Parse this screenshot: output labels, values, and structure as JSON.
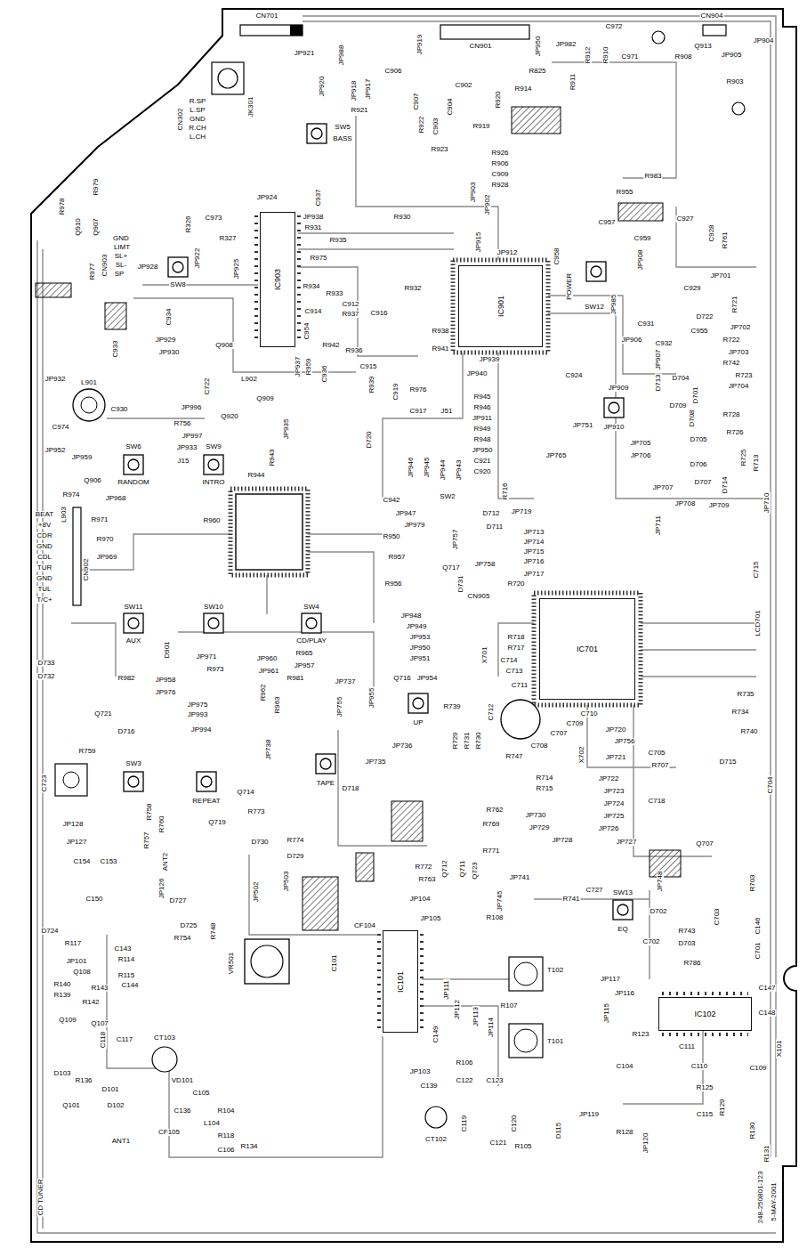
{
  "diagram": {
    "nodes": [
      {
        "text": [
          "IC903"
        ]
      },
      {
        "text": [
          "IC901"
        ]
      },
      {
        "text": [
          "IC701"
        ]
      },
      {
        "text": [
          "IC101"
        ]
      },
      {
        "text": [
          "IC102"
        ]
      }
    ],
    "labels": [
      "CN701",
      "JP921",
      "JP920",
      "JP988",
      "JP919",
      "CN901",
      "JP950",
      "JP982",
      "R825",
      "C972",
      "CN904",
      "Q913",
      "JP905",
      "JP904",
      "C971",
      "R908",
      "R912",
      "R910",
      "R911",
      "R914",
      "R903",
      "JP918",
      "JP917",
      "C906",
      "R921",
      "C902",
      "R920",
      "C904",
      "C907",
      "R922",
      "C903",
      "R923",
      "R919",
      "R926",
      "R906",
      "C909",
      "R928",
      "SW5",
      "BASS",
      "R.SP",
      "L.SP",
      "GND",
      "R.CH",
      "L.CH",
      "CN302",
      "JK301",
      "R978",
      "R979",
      "Q910",
      "Q907",
      "R977",
      "CN903",
      "GND",
      "LIMT",
      "SL+",
      "SL-",
      "SP",
      "JP928",
      "R326",
      "R327",
      "C973",
      "JP924",
      "JP922",
      "SW8",
      "JP925",
      "C937",
      "JP938",
      "R931",
      "R935",
      "R975",
      "R930",
      "R934",
      "R933",
      "C914",
      "C912",
      "R937",
      "C916",
      "R932",
      "JP903",
      "JP902",
      "JP915",
      "JP912",
      "POWER",
      "SW12",
      "C958",
      "C957",
      "R955",
      "R983",
      "C959",
      "JP908",
      "C927",
      "C928",
      "R761",
      "C929",
      "JP701",
      "R721",
      "D722",
      "C931",
      "C932",
      "C955",
      "JP702",
      "JP906",
      "JP985",
      "JP907",
      "R722",
      "JP703",
      "R742",
      "R723",
      "JP704",
      "D713",
      "D704",
      "D701",
      "D709",
      "D708",
      "R728",
      "R726",
      "D705",
      "D706",
      "D707",
      "D714",
      "R725",
      "R713",
      "JP705",
      "JP706",
      "JP707",
      "JP708",
      "JP709",
      "JP710",
      "JP711",
      "JP909",
      "JP910",
      "JP751",
      "JP765",
      "C924",
      "R945",
      "R946",
      "JP911",
      "R949",
      "R948",
      "JP950",
      "C921",
      "C920",
      "R941",
      "R938",
      "JP939",
      "JP940",
      "R976",
      "C917",
      "C919",
      "J51",
      "R942",
      "R936",
      "C915",
      "R939",
      "R959",
      "C936",
      "JP937",
      "C954",
      "JP929",
      "JP930",
      "C934",
      "C933",
      "Q908",
      "JP932",
      "L901",
      "C930",
      "C974",
      "L902",
      "C722",
      "Q909",
      "Q920",
      "JP996",
      "R756",
      "JP997",
      "JP933",
      "J15",
      "JP952",
      "JP959",
      "SW6",
      "RANDOM",
      "Q906",
      "R974",
      "JP968",
      "L903",
      "SW9",
      "INTRO",
      "R943",
      "R944",
      "R960",
      "JP935",
      "D720",
      "JP946",
      "JP945",
      "JP944",
      "JP943",
      "C942",
      "JP947",
      "JP979",
      "R950",
      "R957",
      "R956",
      "SW2",
      "D712",
      "D711",
      "R716",
      "Q717",
      "JP757",
      "JP758",
      "JP719",
      "JP713",
      "JP714",
      "JP715",
      "JP716",
      "JP717",
      "R720",
      "CN905",
      "D731",
      "R718",
      "R717",
      "X701",
      "C714",
      "C713",
      "C711",
      "LCD701",
      "C715",
      "JP948",
      "JP949",
      "JP953",
      "JP950",
      "JP951",
      "Q716",
      "JP954",
      "C710",
      "C709",
      "C707",
      "C708",
      "X702",
      "C712",
      "R747",
      "R739",
      "UP",
      "JP720",
      "JP756",
      "JP721",
      "JP722",
      "JP723",
      "JP724",
      "JP725",
      "JP726",
      "JP727",
      "JP728",
      "JP729",
      "JP730",
      "JP741",
      "JP745",
      "R741",
      "C727",
      "R714",
      "R715",
      "C705",
      "R707",
      "D715",
      "C718",
      "C704",
      "R735",
      "R734",
      "R740",
      "Q707",
      "R703",
      "R729",
      "R731",
      "R730",
      "R762",
      "R769",
      "R771",
      "Q723",
      "Q711",
      "Q712",
      "R772",
      "R763",
      "SW11",
      "AUX",
      "SW10",
      "SW4",
      "CD/PLAY",
      "JP960",
      "JP961",
      "BEAT",
      "+8V",
      "CDR",
      "GND",
      "CDL",
      "TUR",
      "GND",
      "TUL",
      "T/C+",
      "CN902",
      "R970",
      "JP969",
      "R971",
      "D733",
      "D732",
      "R982",
      "D901",
      "JP958",
      "JP971",
      "R973",
      "JP976",
      "JP975",
      "JP993",
      "JP994",
      "Q721",
      "D716",
      "R759",
      "C723",
      "SW3",
      "REPEAT",
      "R962",
      "R963",
      "R981",
      "JP957",
      "R965",
      "JP955",
      "JP737",
      "JP755",
      "JP736",
      "JP735",
      "JP738",
      "TAPE",
      "D718",
      "Q714",
      "R773",
      "Q719",
      "R774",
      "D730",
      "D729",
      "R760",
      "R758",
      "R757",
      "JP128",
      "JP127",
      "C154",
      "C153",
      "ANT2",
      "JP126",
      "D727",
      "D725",
      "R754",
      "R748",
      "VR501",
      "JP502",
      "JP503",
      "C150",
      "D724",
      "R117",
      "JP101",
      "Q108",
      "R140",
      "R139",
      "R143",
      "R142",
      "Q109",
      "Q107",
      "C143",
      "R114",
      "R115",
      "C144",
      "C118",
      "C117",
      "D103",
      "R136",
      "D101",
      "Q101",
      "D102",
      "ANT1",
      "CT103",
      "VD101",
      "C105",
      "C136",
      "CF105",
      "L104",
      "R104",
      "R118",
      "C106",
      "R134",
      "JP104",
      "JP105",
      "R108",
      "CF104",
      "C101",
      "T102",
      "R107",
      "JP111",
      "JP112",
      "JP113",
      "JP114",
      "C149",
      "T101",
      "R106",
      "JP103",
      "C139",
      "C122",
      "C123",
      "CT102",
      "C119",
      "C120",
      "C121",
      "R105",
      "D115",
      "SW13",
      "EQ",
      "C702",
      "JP748",
      "D702",
      "R743",
      "D703",
      "R786",
      "C703",
      "C146",
      "C701",
      "JP117",
      "JP116",
      "JP115",
      "X101",
      "C147",
      "C148",
      "R123",
      "C111",
      "C110",
      "C104",
      "C109",
      "R125",
      "JP119",
      "R128",
      "JP120",
      "C115",
      "R129",
      "R130",
      "R131",
      "5-MAY-2001",
      "248-250801-123",
      "CD TUNER"
    ]
  }
}
